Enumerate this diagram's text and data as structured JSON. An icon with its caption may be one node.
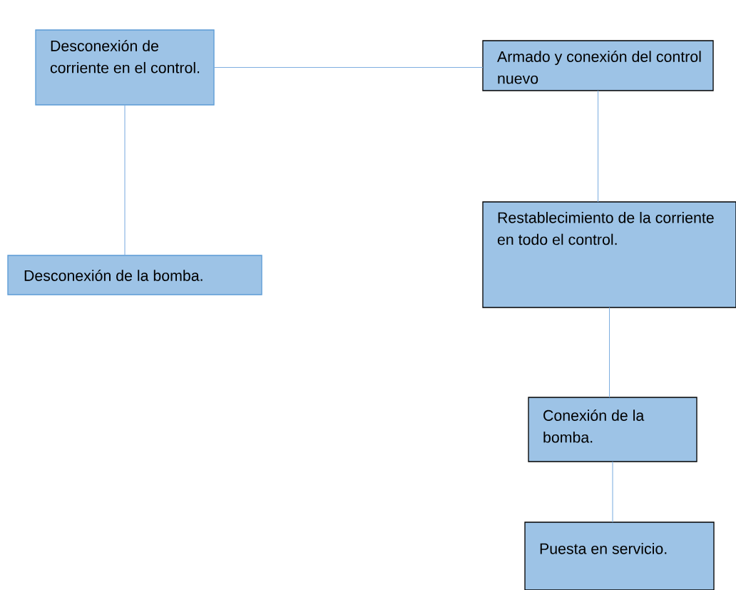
{
  "diagram": {
    "nodes": [
      {
        "text": [
          "Desconexión de corriente en el control."
        ]
      },
      {
        "text": [
          "Armado y conexión del control nuevo"
        ]
      },
      {
        "text": [
          "Desconexión de la bomba."
        ]
      },
      {
        "text": [
          "Restablecimiento de la corriente en todo el control."
        ]
      },
      {
        "text": [
          "Conexión de la bomba."
        ]
      },
      {
        "text": [
          "Puesta en servicio."
        ]
      }
    ],
    "edges": [
      {
        "from": 0,
        "to": 1,
        "arrow": "none"
      },
      {
        "from": 0,
        "to": 2,
        "arrow": "none"
      },
      {
        "from": 1,
        "to": 3,
        "arrow": "none"
      },
      {
        "from": 3,
        "to": 4,
        "arrow": "none"
      },
      {
        "from": 4,
        "to": 5,
        "arrow": "none"
      }
    ]
  }
}
